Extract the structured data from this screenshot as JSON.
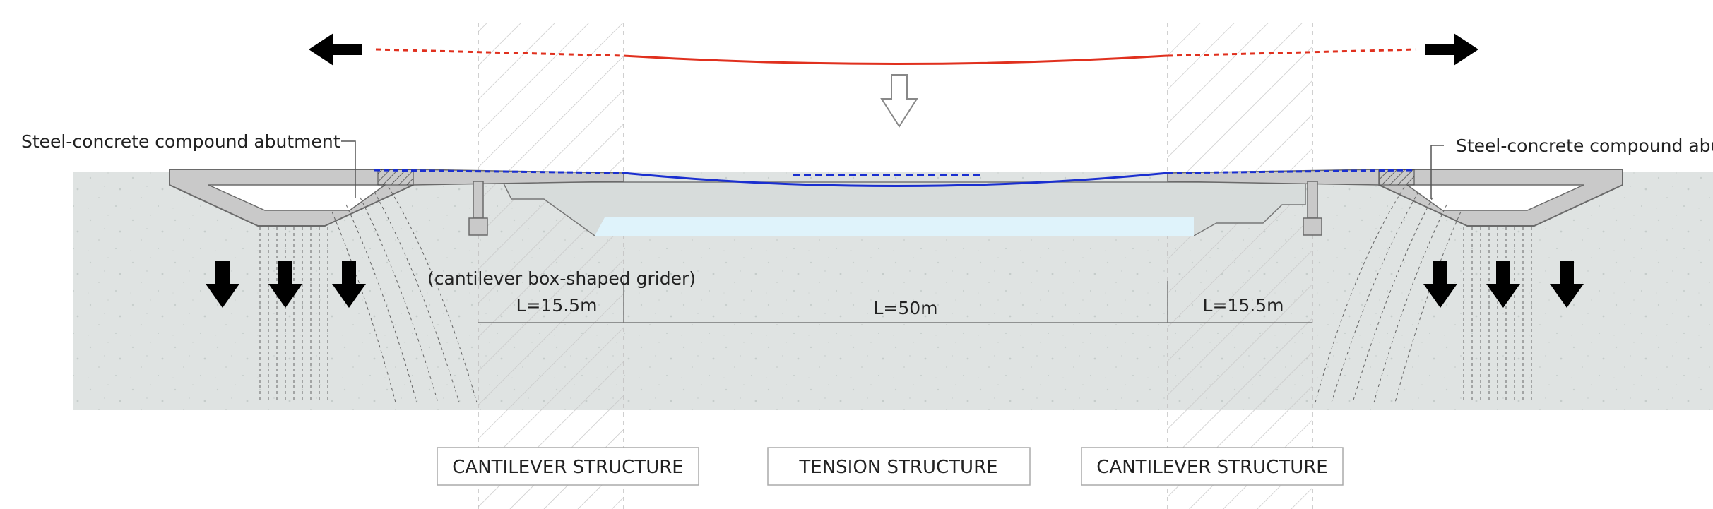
{
  "labels": {
    "abutment_left": "Steel-concrete compound abutment",
    "abutment_right": "Steel-concrete compound abutment",
    "girder_note": "(cantilever box-shaped grider)",
    "span_left": "L=15.5m",
    "span_center": "L=50m",
    "span_right": "L=15.5m"
  },
  "boxes": {
    "left": "CANTILEVER STRUCTURE",
    "center": "TENSION STRUCTURE",
    "right": "CANTILEVER STRUCTURE"
  },
  "colors": {
    "tension_line": "#e0301e",
    "deck_line": "#1a2fd0",
    "ground": "#dfe3e2",
    "concrete": "#c9c9c9",
    "water": "#dff3fb",
    "arrows": "#000000"
  },
  "icons": {
    "tension_arrows": "arrow-horizontal-icon",
    "load_arrow": "arrow-down-outline-icon",
    "ground_reaction": "arrow-down-icon"
  }
}
